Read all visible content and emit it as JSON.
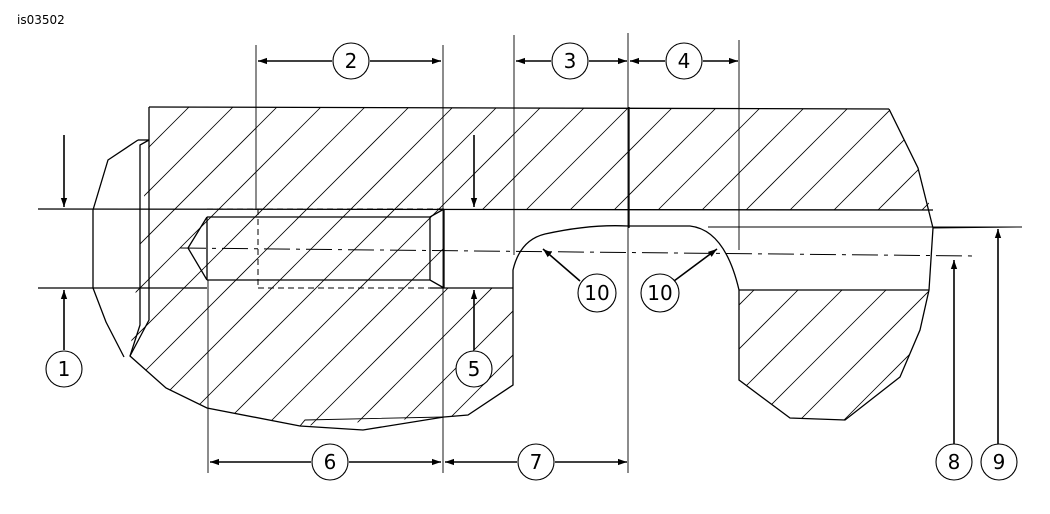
{
  "figure_id": "is03502",
  "callouts": [
    "1",
    "2",
    "3",
    "4",
    "5",
    "6",
    "7",
    "8",
    "9",
    "10",
    "10"
  ]
}
